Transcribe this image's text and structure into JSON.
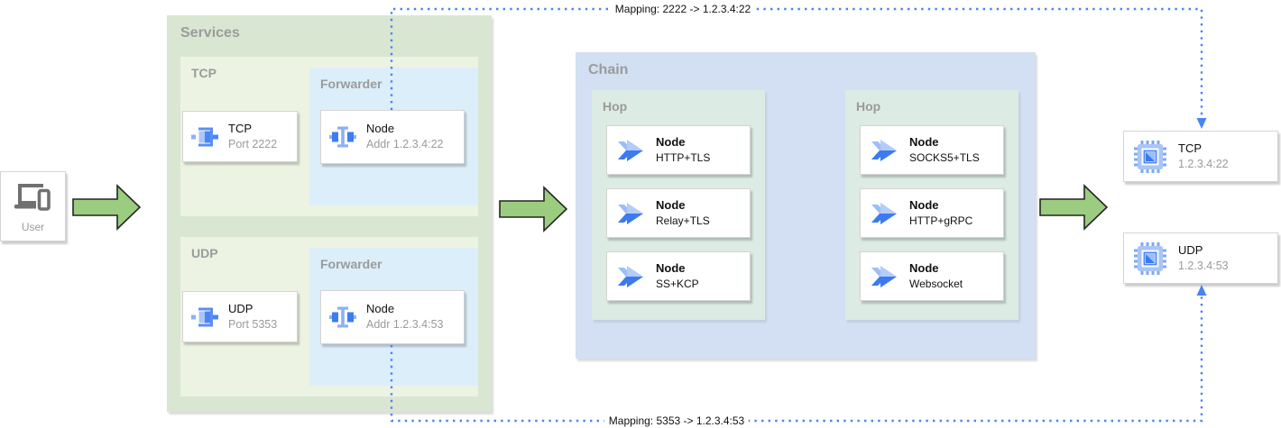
{
  "user": {
    "label": "User"
  },
  "services": {
    "title": "Services",
    "tcp": {
      "title": "TCP",
      "card": {
        "title": "TCP",
        "subtitle": "Port 2222"
      },
      "forwarder": {
        "title": "Forwarder",
        "card": {
          "title": "Node",
          "subtitle": "Addr 1.2.3.4:22"
        }
      }
    },
    "udp": {
      "title": "UDP",
      "card": {
        "title": "UDP",
        "subtitle": "Port 5353"
      },
      "forwarder": {
        "title": "Forwarder",
        "card": {
          "title": "Node",
          "subtitle": "Addr 1.2.3.4:53"
        }
      }
    }
  },
  "chain": {
    "title": "Chain",
    "hops": [
      {
        "title": "Hop",
        "nodes": [
          {
            "title": "Node",
            "subtitle": "HTTP+TLS"
          },
          {
            "title": "Node",
            "subtitle": "Relay+TLS"
          },
          {
            "title": "Node",
            "subtitle": "SS+KCP"
          }
        ]
      },
      {
        "title": "Hop",
        "nodes": [
          {
            "title": "Node",
            "subtitle": "SOCKS5+TLS"
          },
          {
            "title": "Node",
            "subtitle": "HTTP+gRPC"
          },
          {
            "title": "Node",
            "subtitle": "Websocket"
          }
        ]
      }
    ]
  },
  "targets": [
    {
      "title": "TCP",
      "subtitle": "1.2.3.4:22"
    },
    {
      "title": "UDP",
      "subtitle": "1.2.3.4:53"
    }
  ],
  "mappings": {
    "top": "Mapping: 2222 -> 1.2.3.4:22",
    "bottom": "Mapping: 5353 -> 1.2.3.4:53"
  },
  "colors": {
    "services_bg": "#d9e7d2",
    "service_sub_bg": "#edf3e2",
    "forwarder_bg": "#dbeefa",
    "chain_bg": "#d3dff2",
    "hop_bg": "#dcebe3",
    "arrow_green": "#9bcc7f",
    "dotted_blue": "#4a82f7",
    "icon_blue_dark": "#3b7af0",
    "icon_blue_light": "#abc6f7",
    "muted_text": "#9b9b9b"
  }
}
